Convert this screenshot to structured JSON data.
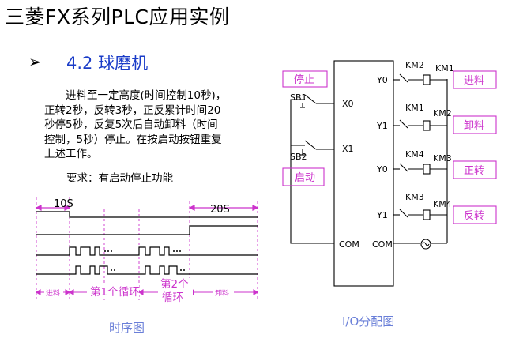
{
  "slide": {
    "title": "三菱FX系列PLC应用实例",
    "section_arrow": "➢",
    "section_title": "4.2 球磨机",
    "description_lines": [
      "进料至一定高度(时间控制10秒)，",
      "正转2秒，反转3秒，正反累计时间20",
      "秒停5秒，反复5次后自动卸料（时间",
      "控制，5秒）停止。在按启动按钮重复",
      "上述工作。"
    ],
    "requirement": "要求：有启动停止功能"
  },
  "timing": {
    "caption": "时序图",
    "label_10s": "10S",
    "label_20s": "20S",
    "seg_feed": "进料",
    "seg_cycle1": "第1个循环",
    "seg_cycle2_line1": "第2个",
    "seg_cycle2_line2": "循环",
    "seg_unload": "卸料"
  },
  "io": {
    "caption": "I/O分配图",
    "btn_stop": "停止",
    "btn_start": "启动",
    "sb1": "SB1",
    "sb2": "SB2",
    "x0": "X0",
    "x1": "X1",
    "com_in": "COM",
    "com_out": "COM",
    "outputs": [
      {
        "terminal": "Y0",
        "interlock": "KM2",
        "coil": "KM1",
        "label": "进料"
      },
      {
        "terminal": "Y1",
        "interlock": "KM1",
        "coil": "KM2",
        "label": "卸料"
      },
      {
        "terminal": "Y0",
        "interlock": "KM4",
        "coil": "KM3",
        "label": "正转"
      },
      {
        "terminal": "Y1",
        "interlock": "KM3",
        "coil": "KM4",
        "label": "反转"
      }
    ]
  },
  "colors": {
    "accent": "#1a3cc8",
    "magenta": "#cc33cc",
    "caption": "#6a7fd8"
  }
}
